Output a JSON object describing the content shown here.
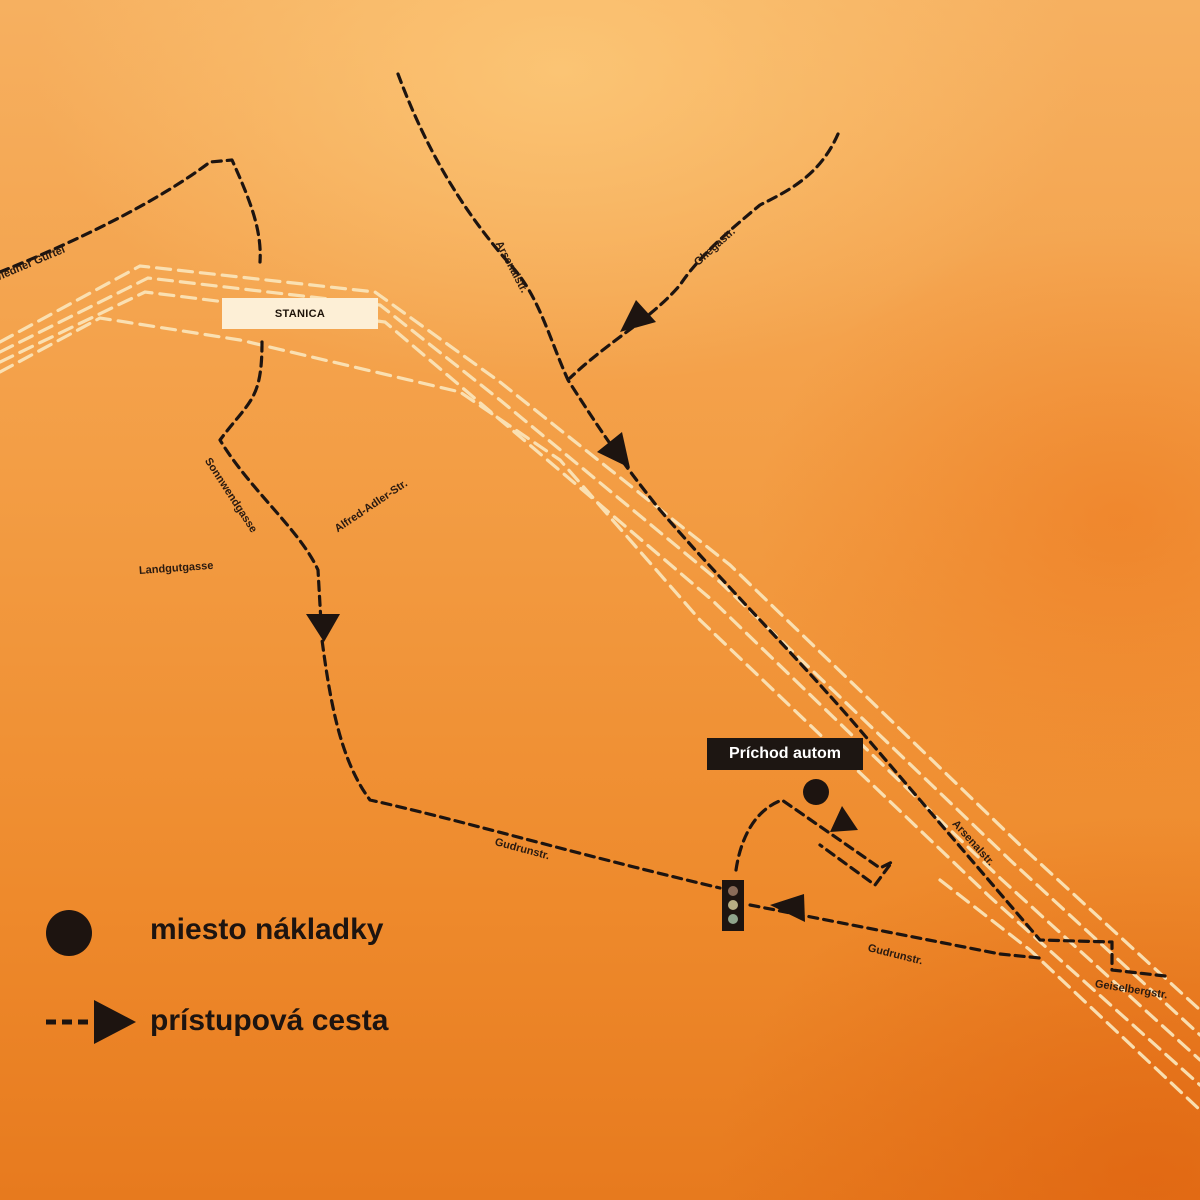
{
  "map": {
    "station_label": "STANICA",
    "entry_label": "Príchod autom",
    "streets": [
      {
        "id": "wiedner-guertel",
        "label": "Wiedner Gürtel"
      },
      {
        "id": "arsenalstr-top",
        "label": "Arsenalstr."
      },
      {
        "id": "ghegastr",
        "label": "Ghegastr."
      },
      {
        "id": "sonnwendgasse",
        "label": "Sonnwendgasse"
      },
      {
        "id": "alfred-adler-str",
        "label": "Alfred-Adler-Str."
      },
      {
        "id": "landgutgasse",
        "label": "Landgutgasse"
      },
      {
        "id": "gudrunstr-west",
        "label": "Gudrunstr."
      },
      {
        "id": "gudrunstr-east",
        "label": "Gudrunstr."
      },
      {
        "id": "arsenalstr-bottom",
        "label": "Arsenalstr."
      },
      {
        "id": "geiselbergstr",
        "label": "Geiselbergstr."
      }
    ],
    "icons": [
      "traffic-light-icon",
      "loading-point-icon",
      "direction-arrow-icon"
    ]
  },
  "legend": {
    "loading_point": "miesto nákladky",
    "access_route": "prístupová cesta"
  },
  "colors": {
    "route": "#1d1410",
    "railway": "#fbe4b8",
    "background_light": "#f7b466",
    "background_dark": "#e87a1e"
  }
}
